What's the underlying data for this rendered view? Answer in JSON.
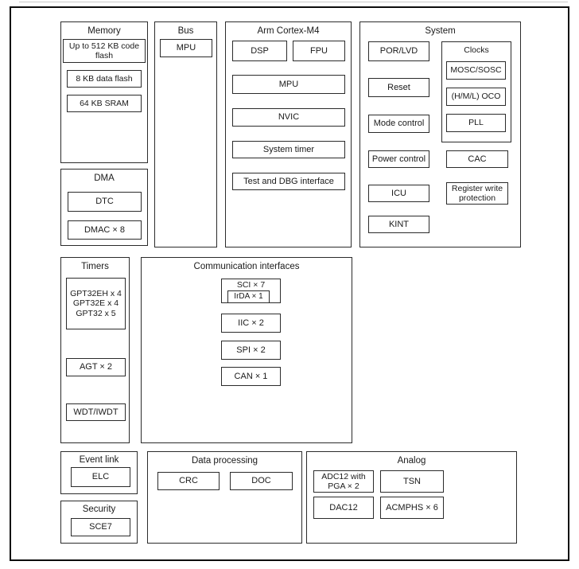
{
  "diagram": {
    "colors": {
      "background": "#ffffff",
      "border": "#2b2b2b",
      "frame": "#0d0d0d",
      "text": "#1a1a1a"
    },
    "blocks": {
      "memory": {
        "title": "Memory",
        "items": [
          "Up to 512 KB code flash",
          "8 KB data flash",
          "64 KB SRAM"
        ]
      },
      "dma": {
        "title": "DMA",
        "items": [
          "DTC",
          "DMAC × 8"
        ]
      },
      "bus": {
        "title": "Bus",
        "items": [
          "MPU"
        ]
      },
      "cortex": {
        "title": "Arm Cortex-M4",
        "row_items": [
          "DSP",
          "FPU"
        ],
        "items": [
          "MPU",
          "NVIC",
          "System timer",
          "Test and DBG interface"
        ]
      },
      "system": {
        "title": "System",
        "left_items": [
          "POR/LVD",
          "Reset",
          "Mode control",
          "Power control",
          "ICU",
          "KINT"
        ],
        "clocks": {
          "title": "Clocks",
          "items": [
            "MOSC/SOSC",
            "(H/M/L) OCO",
            "PLL"
          ]
        },
        "right_items": [
          "CAC",
          "Register write protection"
        ]
      },
      "timers": {
        "title": "Timers",
        "gpt_lines": [
          "GPT32EH x 4",
          "GPT32E x 4",
          "GPT32 x 5"
        ],
        "items": [
          "AGT × 2",
          "WDT/IWDT"
        ]
      },
      "comm": {
        "title": "Communication interfaces",
        "sci": "SCI × 7",
        "irda": "IrDA × 1",
        "items": [
          "IIC × 2",
          "SPI × 2",
          "CAN × 1"
        ]
      },
      "event_link": {
        "title": "Event link",
        "items": [
          "ELC"
        ]
      },
      "security": {
        "title": "Security",
        "items": [
          "SCE7"
        ]
      },
      "data_processing": {
        "title": "Data processing",
        "items": [
          "CRC",
          "DOC"
        ]
      },
      "analog": {
        "title": "Analog",
        "items": [
          "ADC12 with PGA × 2",
          "TSN",
          "DAC12",
          "ACMPHS × 6"
        ]
      }
    }
  }
}
